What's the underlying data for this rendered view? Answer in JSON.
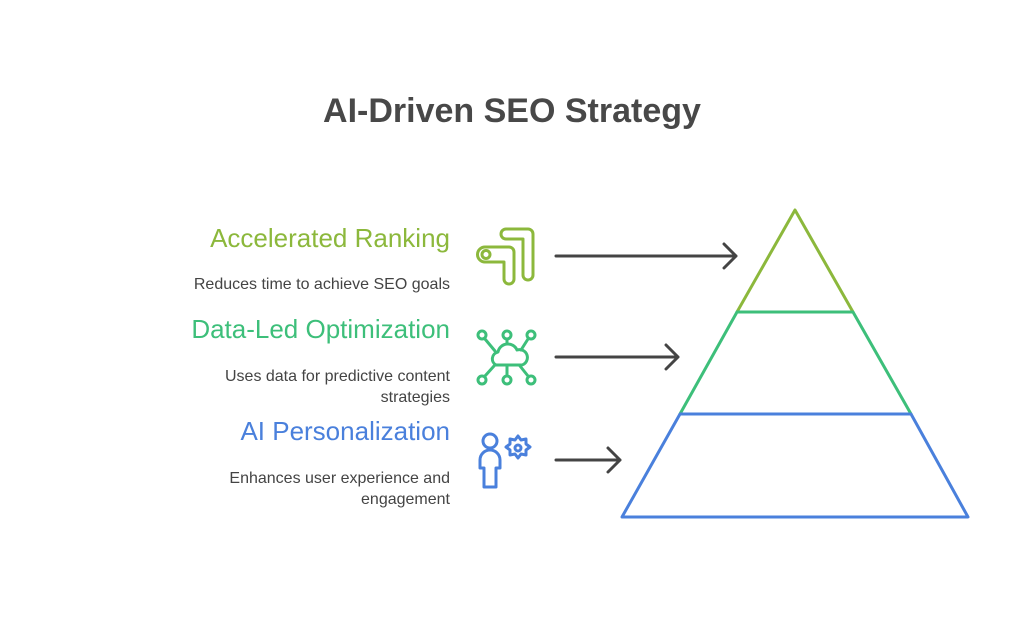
{
  "title": "AI-Driven SEO Strategy",
  "colors": {
    "level1": "#8cb83c",
    "level2": "#3dbf7a",
    "level3": "#4a80dc",
    "arrow": "#444444"
  },
  "levels": [
    {
      "heading": "Accelerated Ranking",
      "description": "Reduces time to achieve SEO goals",
      "icon": "ranking-arrows-icon"
    },
    {
      "heading": "Data-Led Optimization",
      "description": "Uses data for predictive content strategies",
      "icon": "cloud-network-icon"
    },
    {
      "heading": "AI Personalization",
      "description": "Enhances user experience and engagement",
      "icon": "user-gear-icon"
    }
  ]
}
